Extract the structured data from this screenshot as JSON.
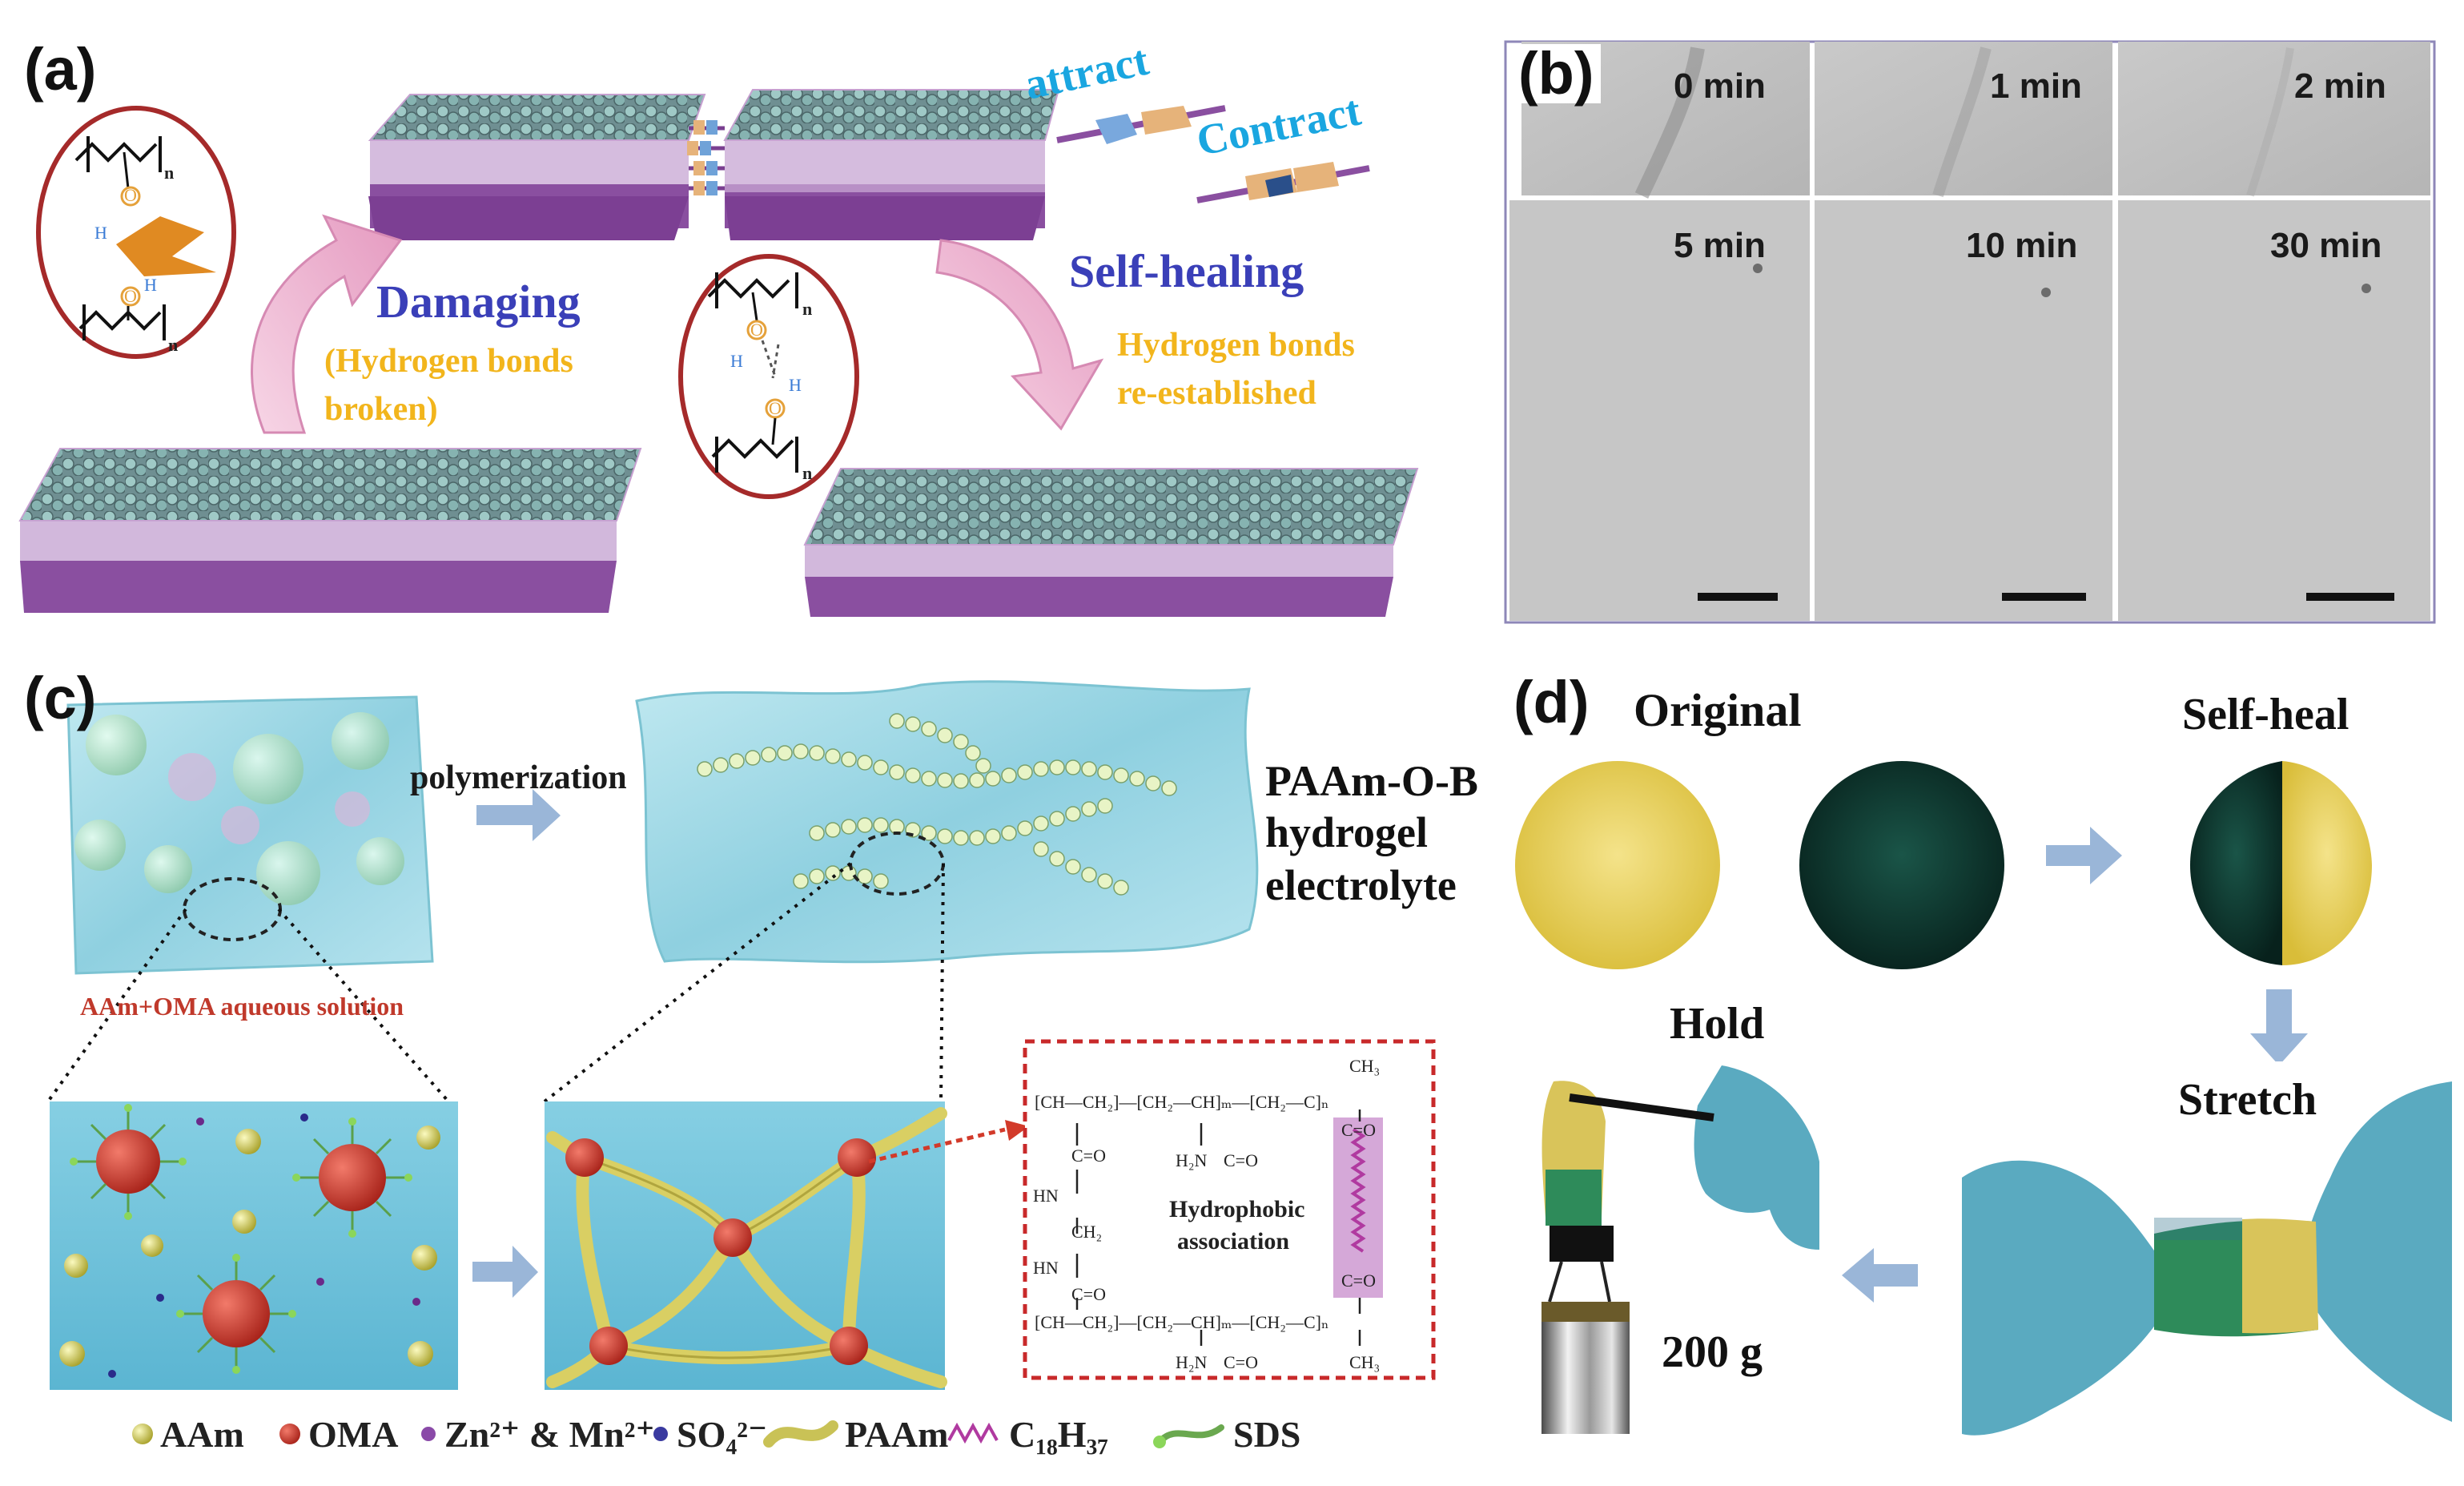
{
  "panel_a": {
    "label": "(a)",
    "damaging": "Damaging",
    "damaging_note_1": "(Hydrogen bonds",
    "damaging_note_2": "broken)",
    "self_healing": "Self-healing",
    "healing_note_1": "Hydrogen bonds",
    "healing_note_2": "re-established",
    "attract": "attract",
    "contract": "Contract",
    "chem_n": "n",
    "chem_o": "O",
    "chem_h": "H"
  },
  "panel_b": {
    "label": "(b)",
    "times": [
      "0 min",
      "1 min",
      "2 min",
      "5 min",
      "10 min",
      "30 min"
    ]
  },
  "panel_c": {
    "label": "(c)",
    "polymerization": "polymerization",
    "solution": "AAm+OMA aqueous solution",
    "product_1": "PAAm-O-B",
    "product_2": "hydrogel",
    "product_3": "electrolyte",
    "hydrophobic_1": "Hydrophobic",
    "hydrophobic_2": "association",
    "struct_top": "[CH—CH₂]—[CH₂—CH]ₘ—[CH₂—C]ₙ",
    "struct_bottom": "[CH—CH₂]—[CH₂—CH]ₘ—[CH₂—C]ₙ",
    "ch3": "CH₃",
    "co": "C=O",
    "hn": "HN",
    "ch2": "CH₂",
    "h2n": "H₂N",
    "legend": [
      "AAm",
      "OMA",
      "Zn²⁺ & Mn²⁺",
      "SO₄²⁻",
      "PAAm",
      "C₁₈H₃₇",
      "SDS"
    ]
  },
  "panel_d": {
    "label": "(d)",
    "original": "Original",
    "self_heal": "Self-heal",
    "stretch": "Stretch",
    "hold": "Hold",
    "weight": "200 g"
  },
  "colors": {
    "purple_base": "#8a4fa0",
    "damaging_blue": "#3a3fb8",
    "note_yellow": "#f2b51c",
    "attract_cyan": "#1aa6e0",
    "circle_red": "#a52a2a",
    "water": "#9fd6e6",
    "gel_yellow": "#e8cf4c",
    "gel_green": "#0f3b33",
    "glove": "#5aaac0"
  }
}
